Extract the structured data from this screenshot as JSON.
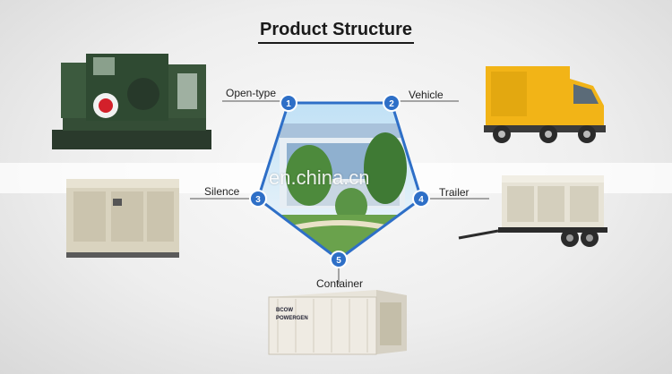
{
  "title": "Product Structure",
  "watermark": "en.china.cn",
  "container_brand": "BCOW",
  "container_sub": "POWERGEN",
  "nodes": [
    {
      "number": "1",
      "label": "Open-type"
    },
    {
      "number": "2",
      "label": "Vehicle"
    },
    {
      "number": "3",
      "label": "Silence"
    },
    {
      "number": "4",
      "label": "Trailer"
    },
    {
      "number": "5",
      "label": "Container"
    }
  ],
  "colors": {
    "accent": "#2e6fc7",
    "truck": "#f2b417",
    "generator": "#2f4a32",
    "canopy": "#d9d3bf"
  }
}
